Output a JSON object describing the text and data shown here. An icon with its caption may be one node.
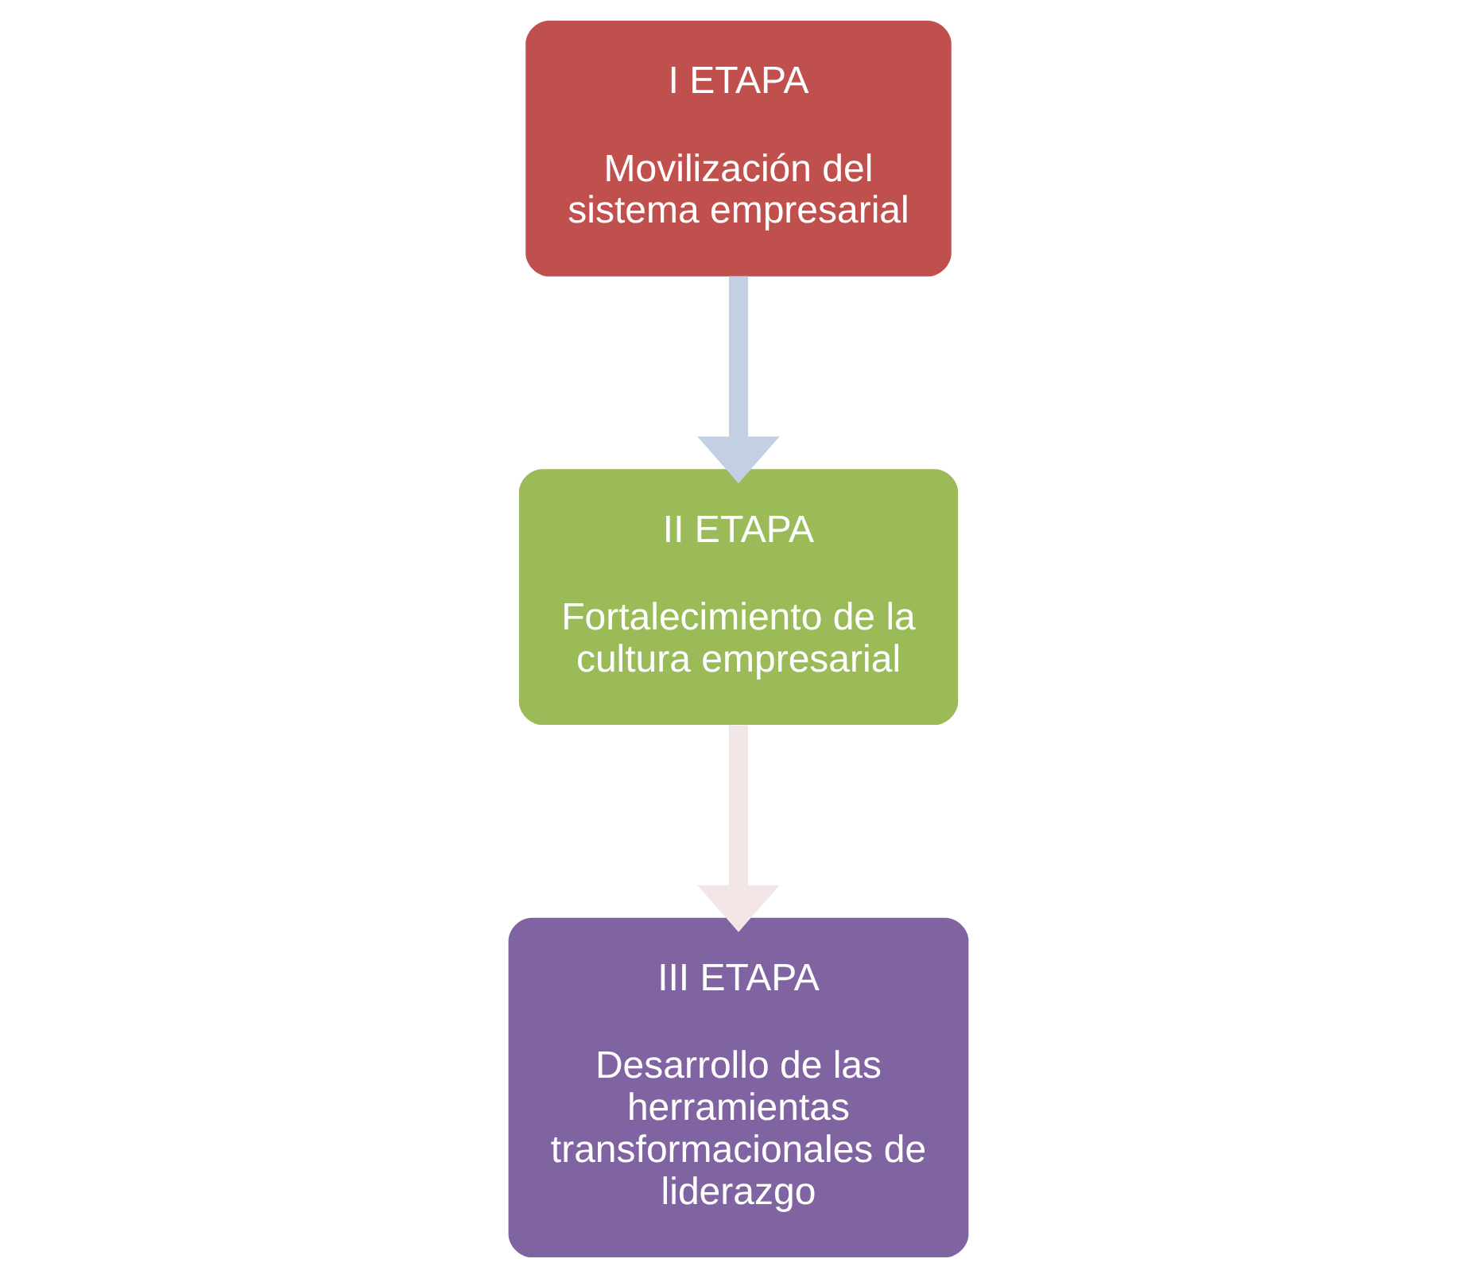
{
  "diagram": {
    "nodes": [
      {
        "text": [
          "I ETAPA",
          "Movilización del sistema empresarial"
        ]
      },
      {
        "text": [
          "II ETAPA",
          "Fortalecimiento de la cultura empresarial"
        ]
      },
      {
        "text": [
          "III ETAPA",
          "Desarrollo de las herramientas transformacionales de liderazgo"
        ]
      }
    ],
    "edges": [
      {
        "from": 0,
        "to": 1,
        "arrow": "to",
        "color": "#c3cfe2"
      },
      {
        "from": 1,
        "to": 2,
        "arrow": "to",
        "color": "#f2e6e6"
      }
    ]
  }
}
